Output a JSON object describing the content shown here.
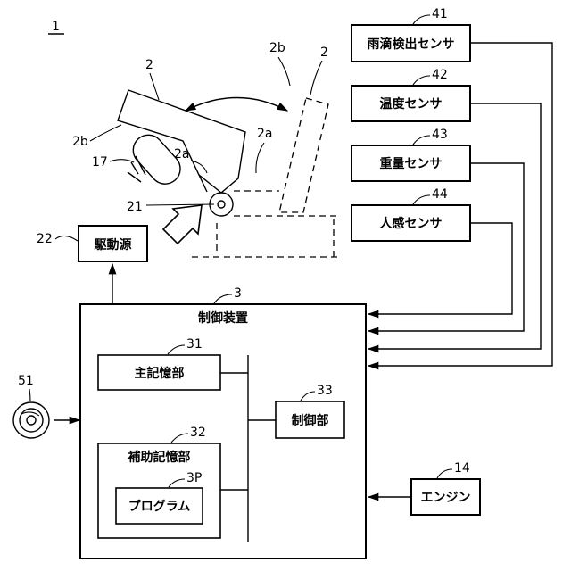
{
  "figure": {
    "number": "1",
    "seat_labels": {
      "seat_solid": "2",
      "seat_dashed": "2",
      "backrest_solid": "2b",
      "backrest_dashed": "2b",
      "seat_part_solid": "2a",
      "seat_part_dashed": "2a",
      "hinge": "21",
      "cover": "17"
    },
    "blocks": {
      "drive_source": {
        "ref": "22",
        "label": "駆動源"
      },
      "controller": {
        "ref": "3",
        "label": "制御装置"
      },
      "main_memory": {
        "ref": "31",
        "label": "主記憶部"
      },
      "aux_memory": {
        "ref": "32",
        "label": "補助記憶部"
      },
      "program": {
        "ref": "3P",
        "label": "プログラム"
      },
      "control_unit": {
        "ref": "33",
        "label": "制御部"
      },
      "rain_sensor": {
        "ref": "41",
        "label": "雨滴検出センサ"
      },
      "temp_sensor": {
        "ref": "42",
        "label": "温度センサ"
      },
      "weight_sensor": {
        "ref": "43",
        "label": "重量センサ"
      },
      "human_sensor": {
        "ref": "44",
        "label": "人感センサ"
      },
      "engine": {
        "ref": "14",
        "label": "エンジン"
      },
      "disc": {
        "ref": "51"
      }
    }
  }
}
